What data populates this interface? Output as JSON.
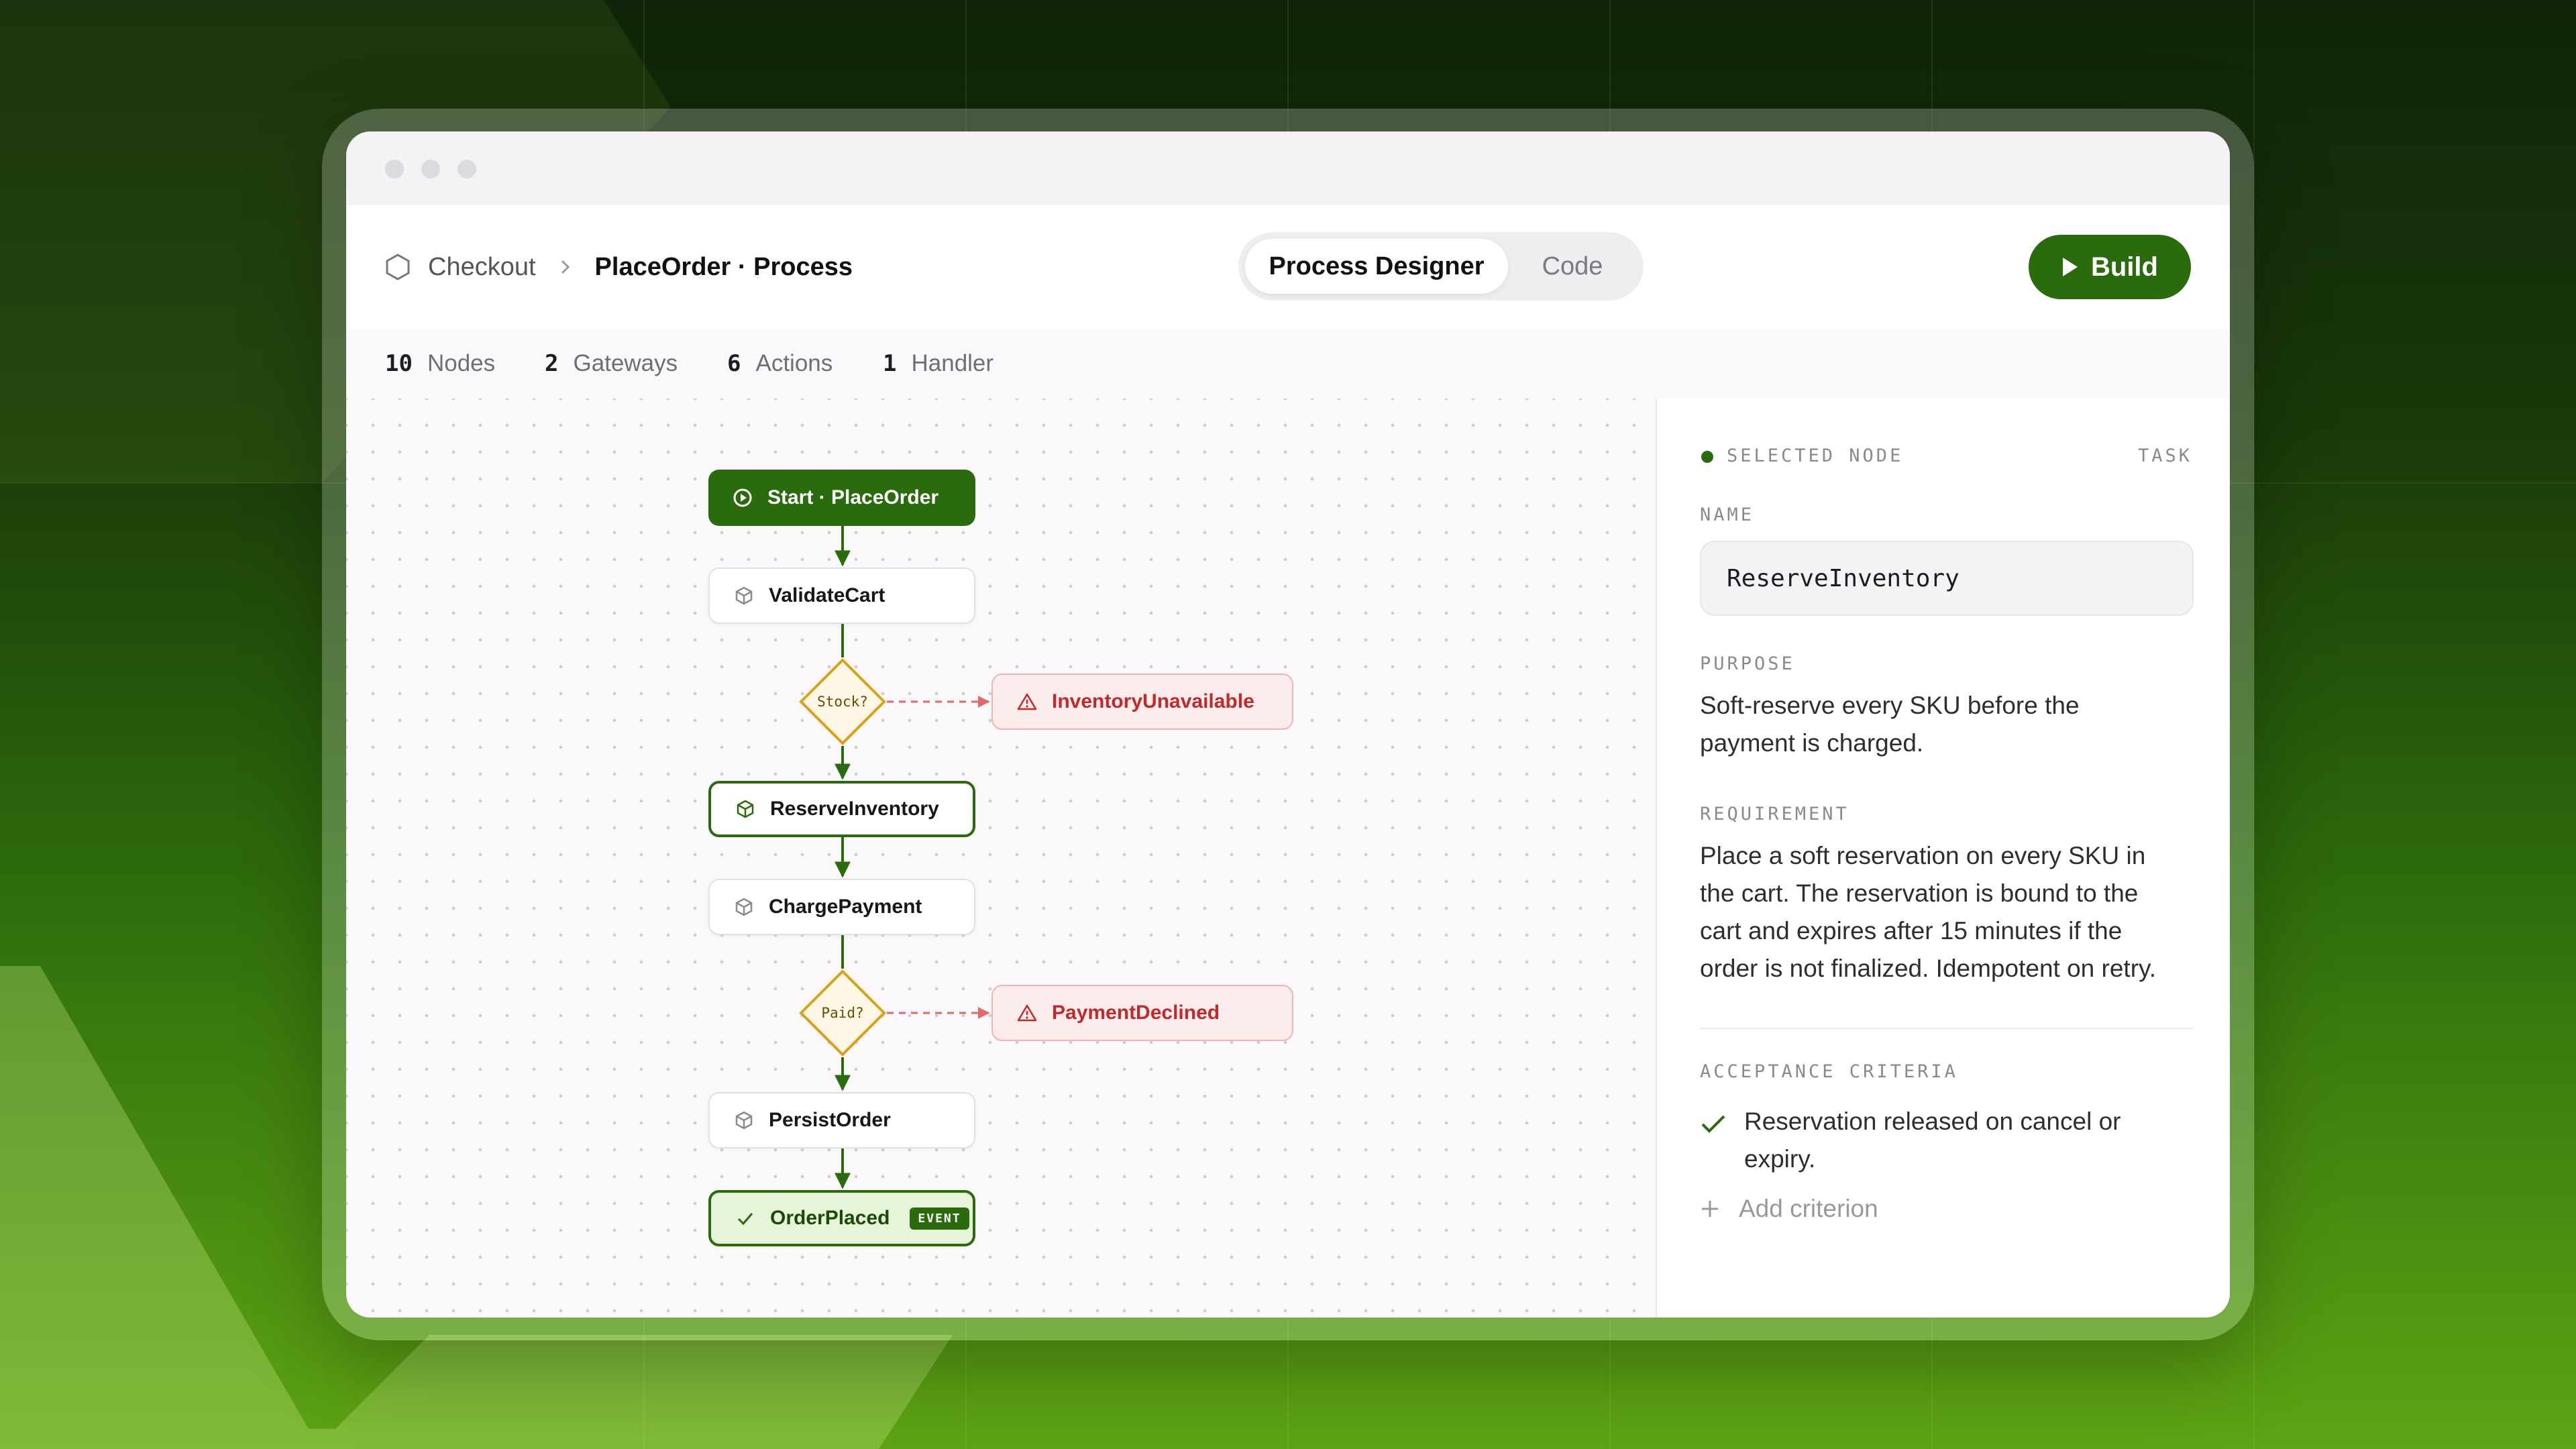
{
  "window": {
    "breadcrumb": {
      "parent": "Checkout",
      "current": "PlaceOrder · Process"
    },
    "view_toggle": {
      "active": "Process Designer",
      "inactive": "Code"
    },
    "build_label": "Build"
  },
  "stats": [
    {
      "count": "10",
      "label": "Nodes"
    },
    {
      "count": "2",
      "label": "Gateways"
    },
    {
      "count": "6",
      "label": "Actions"
    },
    {
      "count": "1",
      "label": "Handler"
    }
  ],
  "flow": {
    "start": "Start · PlaceOrder",
    "validate": "ValidateCart",
    "gateway_stock": "Stock?",
    "error_stock": "InventoryUnavailable",
    "reserve": "ReserveInventory",
    "charge": "ChargePayment",
    "gateway_paid": "Paid?",
    "error_paid": "PaymentDeclined",
    "persist": "PersistOrder",
    "end": "OrderPlaced",
    "end_badge": "EVENT"
  },
  "panel": {
    "kicker": "SELECTED NODE",
    "type": "TASK",
    "name_label": "NAME",
    "name_value": "ReserveInventory",
    "purpose_label": "PURPOSE",
    "purpose_line1": "Soft-reserve every SKU before the",
    "purpose_line2": "payment is charged.",
    "requirement_label": "REQUIREMENT",
    "requirement_line1": "Place a soft reservation on every SKU in",
    "requirement_line2": "the cart. The reservation is bound to the",
    "requirement_line3": "cart and expires after 15 minutes if the",
    "requirement_line4": "order is not finalized. Idempotent on retry.",
    "criteria_label": "ACCEPTANCE CRITERIA",
    "criterion_line1": "Reservation released on cancel or",
    "criterion_line2": "expiry.",
    "add_criterion": "Add criterion"
  },
  "colors": {
    "accent": "#2a6b0e",
    "error": "#c12a2a",
    "gateway": "#d9a21a"
  },
  "icons": [
    "hexagon-icon",
    "chevron-right-icon",
    "play-icon",
    "play-circle-icon",
    "cube-icon",
    "alert-triangle-icon",
    "check-icon",
    "plus-icon",
    "status-dot-icon"
  ]
}
